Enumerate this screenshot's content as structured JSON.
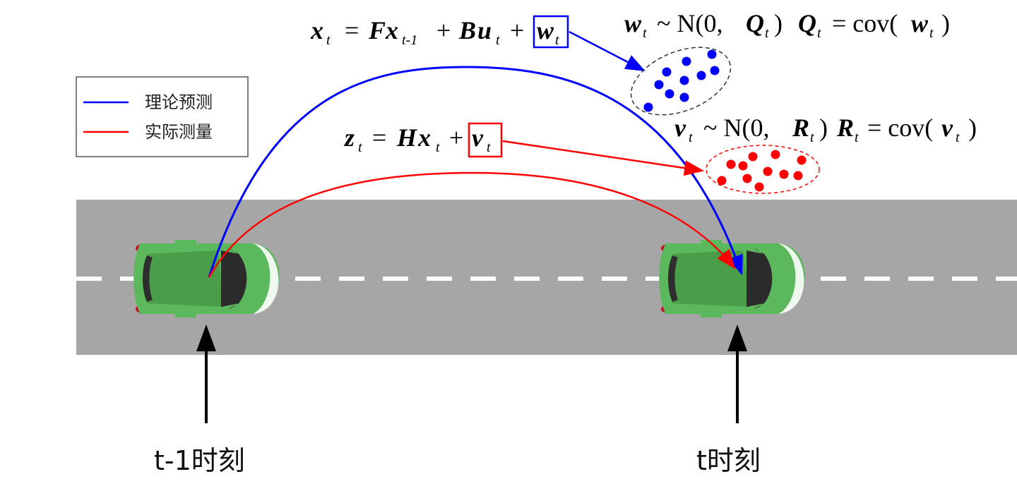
{
  "legend": {
    "items": [
      {
        "label": "理论预测",
        "color": "#0000ff"
      },
      {
        "label": "实际测量",
        "color": "#ff0000"
      }
    ]
  },
  "equations": {
    "state_lhs": "x",
    "state_lhs_sub": "t",
    "state_F": "F",
    "state_Fx": "x",
    "state_Fx_sub": "t-1",
    "state_B": "B",
    "state_u": "u",
    "state_u_sub": "t",
    "state_w": "w",
    "state_w_sub": "t",
    "meas_lhs": "z",
    "meas_lhs_sub": "t",
    "meas_H": "H",
    "meas_x": "x",
    "meas_x_sub": "t",
    "meas_v": "v",
    "meas_v_sub": "t",
    "process_noise_w": "w",
    "process_noise_sub": "t",
    "process_noise_dist": "~ N(0,",
    "process_noise_Q": "Q",
    "process_noise_Q_sub": "t",
    "process_noise_close": ")",
    "process_cov_Q": "Q",
    "process_cov_Q_sub": "t",
    "process_cov_eq": "= cov(",
    "process_cov_w": "w",
    "process_cov_w_sub": "t",
    "process_cov_close": ")",
    "meas_noise_v": "v",
    "meas_noise_sub": "t",
    "meas_noise_dist": "~ N(0,",
    "meas_noise_R": "R",
    "meas_noise_R_sub": "t",
    "meas_noise_close": ")",
    "meas_cov_R": "R",
    "meas_cov_R_sub": "t",
    "meas_cov_eq": "= cov(",
    "meas_cov_v": "v",
    "meas_cov_v_sub": "t",
    "meas_cov_close": ")"
  },
  "time_labels": {
    "previous": "t-1时刻",
    "current": "t时刻"
  },
  "colors": {
    "prediction": "#0000ff",
    "measurement": "#ff0000",
    "road": "#a6a6a6",
    "lane": "#ffffff",
    "car_body": "#5cb85c"
  }
}
